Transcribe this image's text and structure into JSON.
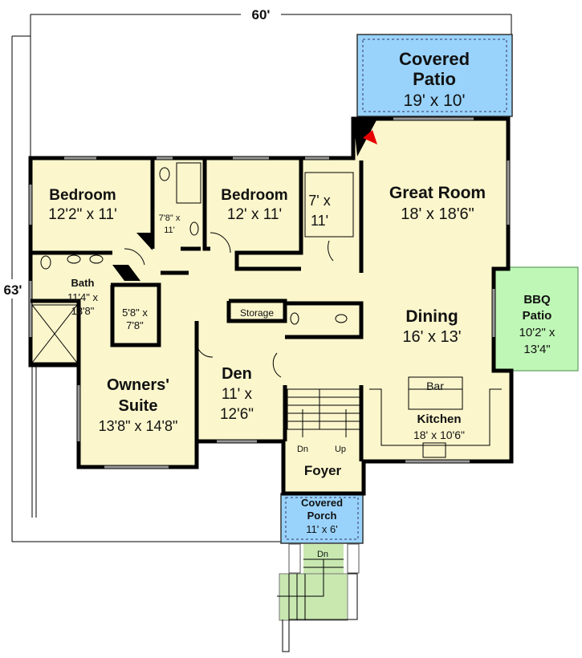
{
  "colors": {
    "interior": "#fbf6cc",
    "covered": "#99d3fb",
    "bbq_patio": "#bff7b6",
    "stairs_exterior": "#c8e8b0",
    "fireplace": "#e60000"
  },
  "dimensions": {
    "width": "60'",
    "depth": "63'"
  },
  "rooms": {
    "covered_patio": {
      "name_1": "Covered",
      "name_2": "Patio",
      "size": "19' x 10'"
    },
    "bedroom_1": {
      "name": "Bedroom",
      "size": "12'2\" x 11'"
    },
    "hall_bath": {
      "size_1": "7'8\" x",
      "size_2": "11'"
    },
    "bedroom_2": {
      "name": "Bedroom",
      "size": "12' x 11'"
    },
    "laundry": {
      "size_1": "7' x",
      "size_2": "11'"
    },
    "great_room": {
      "name": "Great Room",
      "size": "18' x 18'6\""
    },
    "bath": {
      "name": "Bath",
      "size_1": "11'4\" x",
      "size_2": "13'8\""
    },
    "closet": {
      "size_1": "5'8\" x",
      "size_2": "7'8\""
    },
    "storage": {
      "name": "Storage"
    },
    "dining": {
      "name": "Dining",
      "size": "16' x 13'"
    },
    "bbq_patio": {
      "name_1": "BBQ",
      "name_2": "Patio",
      "size_1": "10'2\" x",
      "size_2": "13'4\""
    },
    "owners_suite": {
      "name_1": "Owners'",
      "name_2": "Suite",
      "size": "13'8\" x 14'8\""
    },
    "den": {
      "name": "Den",
      "size_1": "11' x",
      "size_2": "12'6\""
    },
    "bar": {
      "name": "Bar"
    },
    "kitchen": {
      "name": "Kitchen",
      "size": "18' x 10'6\""
    },
    "foyer": {
      "name": "Foyer",
      "stair_down": "Dn",
      "stair_up": "Up"
    },
    "covered_porch": {
      "name_1": "Covered",
      "name_2": "Porch",
      "size": "11' x 6'",
      "steps_down": "Dn"
    }
  }
}
